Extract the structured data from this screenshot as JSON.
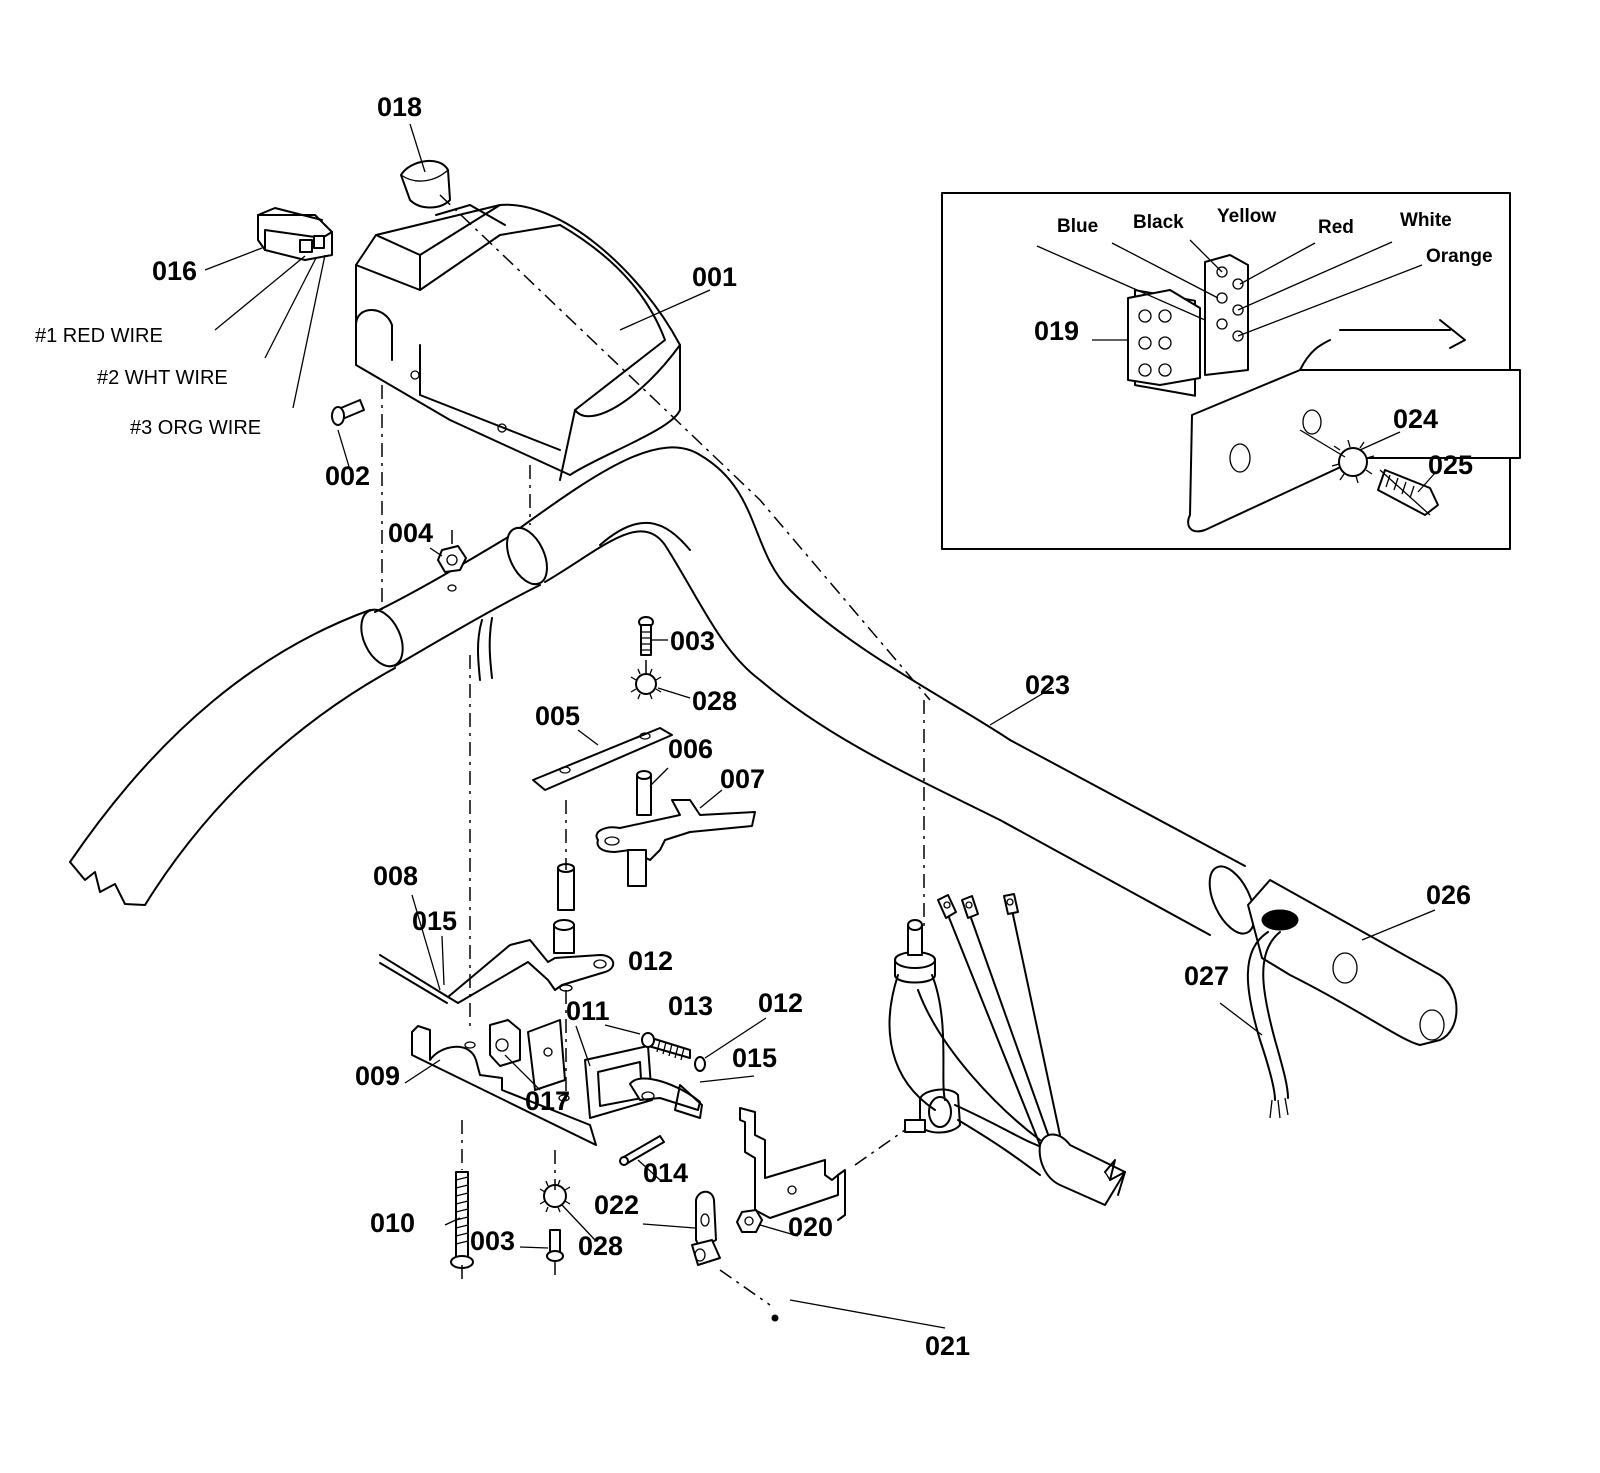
{
  "parts": {
    "p001": "001",
    "p002": "002",
    "p003a": "003",
    "p003b": "003",
    "p004": "004",
    "p005": "005",
    "p006": "006",
    "p007": "007",
    "p008": "008",
    "p009": "009",
    "p010": "010",
    "p011": "011",
    "p012a": "012",
    "p012b": "012",
    "p013": "013",
    "p014": "014",
    "p015a": "015",
    "p015b": "015",
    "p016": "016",
    "p017": "017",
    "p018": "018",
    "p019": "019",
    "p020": "020",
    "p021": "021",
    "p022": "022",
    "p023": "023",
    "p024": "024",
    "p025": "025",
    "p026": "026",
    "p027": "027",
    "p028a": "028",
    "p028b": "028"
  },
  "wires": {
    "red": "#1 RED WIRE",
    "white": "#2 WHT WIRE",
    "orange": "#3 ORG WIRE"
  },
  "inset": {
    "colors": {
      "blue": "Blue",
      "black": "Black",
      "yellow": "Yellow",
      "red": "Red",
      "white": "White",
      "orange": "Orange"
    }
  }
}
